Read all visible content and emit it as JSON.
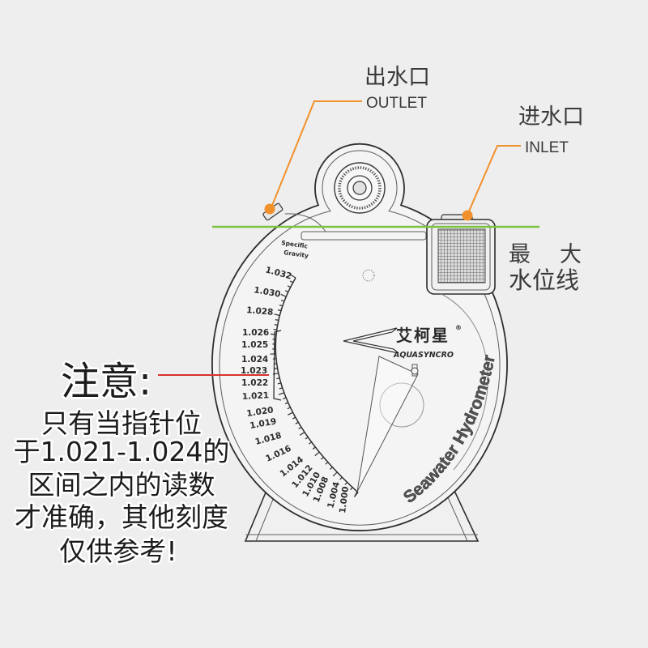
{
  "colors": {
    "background": "#eeeeee",
    "outlet_leader": "#f0912c",
    "inlet_leader": "#f0912c",
    "max_water_line": "#7cc242",
    "notice_leader": "#d8322c"
  },
  "labels": {
    "outlet": {
      "zh": "出水口",
      "en": "OUTLET"
    },
    "inlet": {
      "zh": "进水口",
      "en": "INLET"
    },
    "max_water_level": {
      "line1": "最大",
      "line2": "水位线"
    }
  },
  "notice": {
    "title": "注意:",
    "lines": [
      "只有当指针位",
      "于1.021-1.024的",
      "区间之内的读数",
      "才准确，其他刻度",
      "仅供参考!"
    ]
  },
  "hydrometer": {
    "scale_title": {
      "line1": "Specific",
      "line2": "Gravity"
    },
    "scale_labels": [
      "1.032",
      "1.030",
      "1.028",
      "1.026",
      "1.025",
      "1.024",
      "1.023",
      "1.022",
      "1.021",
      "1.020",
      "1.019",
      "1.018",
      "1.016",
      "1.014",
      "1.012",
      "1.010",
      "1.008",
      "1.004",
      "1.000"
    ],
    "brand": {
      "zh": "艾柯星",
      "en": "AQUASYNCRO",
      "mark": "®"
    },
    "product_name": "Seawater Hydrometer"
  }
}
